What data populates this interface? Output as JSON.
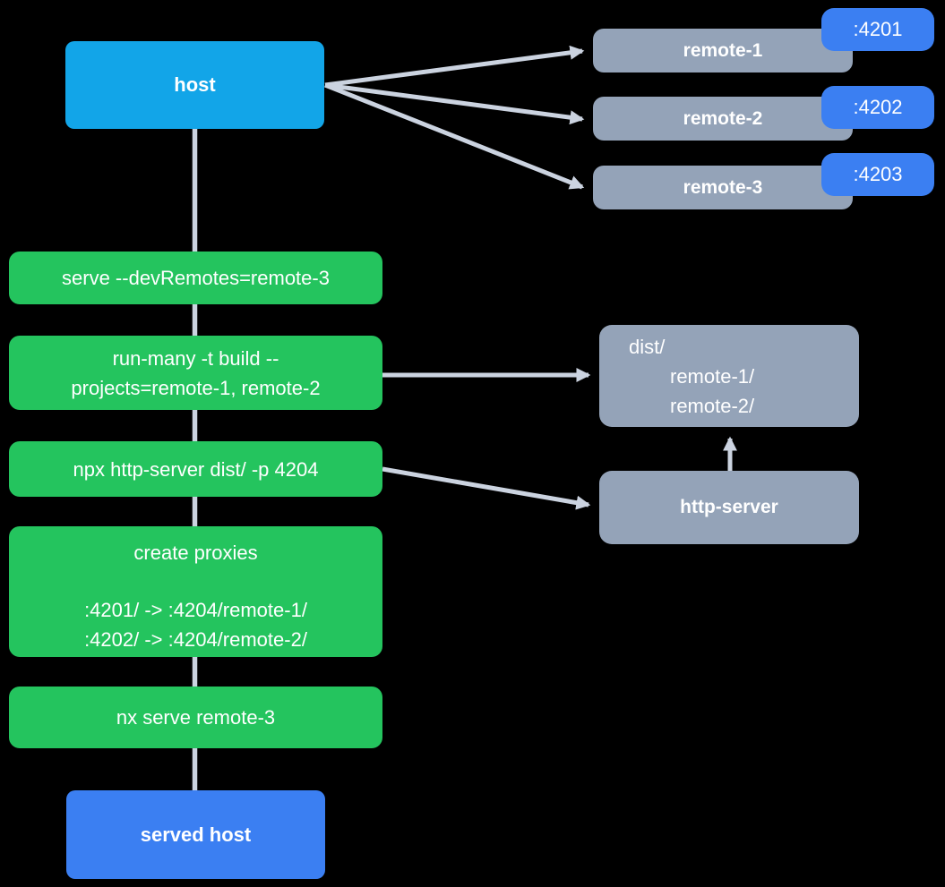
{
  "diagram": {
    "title": "module federation host/remotes dev-serve flow",
    "nodes": {
      "host": {
        "label": "host"
      },
      "remotes": [
        {
          "label": "remote-1",
          "port": ":4201"
        },
        {
          "label": "remote-2",
          "port": ":4202"
        },
        {
          "label": "remote-3",
          "port": ":4203"
        }
      ],
      "commands": [
        {
          "lines": [
            "serve --devRemotes=remote-3"
          ]
        },
        {
          "lines": [
            "run-many -t build --",
            "projects=remote-1, remote-2"
          ]
        },
        {
          "lines": [
            "npx http-server dist/ -p 4204"
          ]
        },
        {
          "lines": [
            "create proxies",
            ":4201/ -> :4204/remote-1/",
            ":4202/ -> :4204/remote-2/"
          ]
        },
        {
          "lines": [
            "nx serve remote-3"
          ]
        }
      ],
      "dist": {
        "lines": [
          "dist/",
          "remote-1/",
          "remote-2/"
        ]
      },
      "http_server": {
        "label": "http-server"
      },
      "served_host": {
        "label": "served host"
      }
    },
    "colors": {
      "background": "#000000",
      "host_blue": "#12a5e8",
      "node_gray": "#94a3b8",
      "badge_blue": "#3b7ff2",
      "command_green": "#24c45e",
      "edge_gray": "#cbd3e0",
      "text": "#ffffff"
    }
  }
}
